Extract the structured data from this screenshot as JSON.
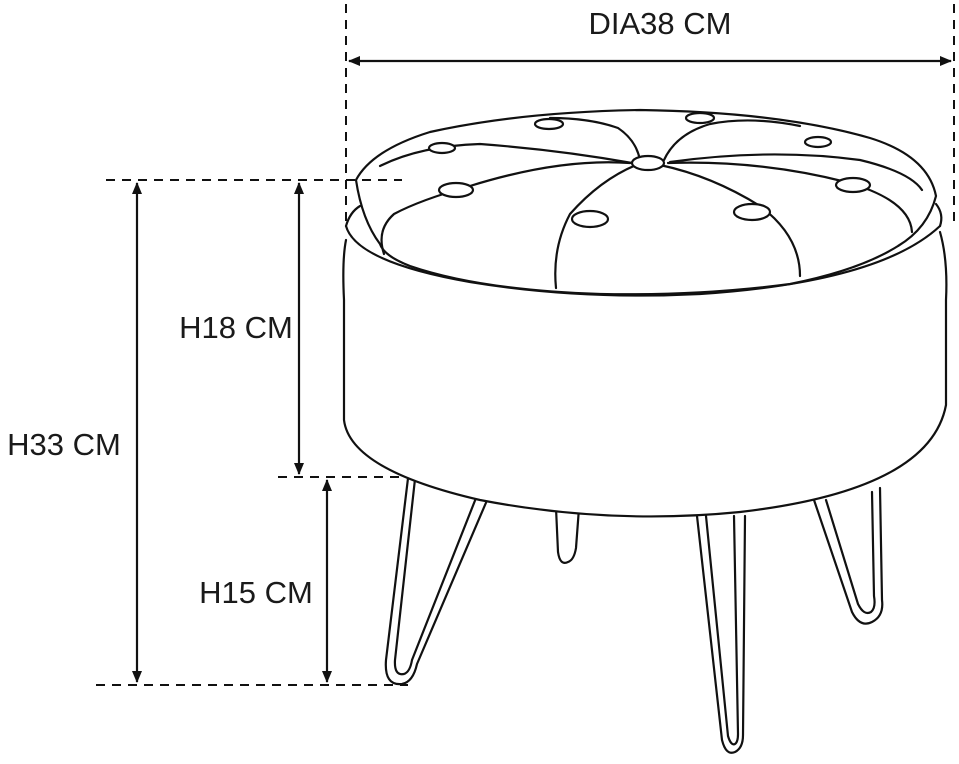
{
  "dimensions": {
    "diameter": "DIA38 CM",
    "seat_height": "H18 CM",
    "total_height": "H33 CM",
    "leg_height": "H15 CM"
  }
}
